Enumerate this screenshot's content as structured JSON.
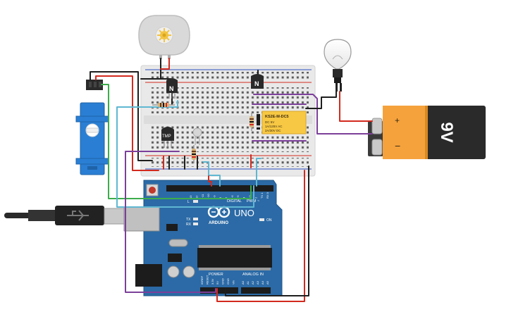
{
  "battery": {
    "voltage_label": "9V",
    "plus": "+",
    "minus": "−"
  },
  "relay": {
    "model": "KS2E-M-DC5",
    "lines": [
      "DC 5V",
      "1A/125V AC",
      "2A/30V DC"
    ]
  },
  "transistor_label": "N",
  "temp_sensor_label": "TMP",
  "arduino": {
    "brand": "ARDUINO",
    "model": "UNO",
    "digital_label": "DIGITAL",
    "pwm_label": "PWM ~",
    "power_label": "POWER",
    "analog_label": "ANALOG IN",
    "on_label": "ON",
    "tx_label": "TX",
    "rx_label": "RX",
    "l_label": "L",
    "aref_label": "AREF",
    "gnd_label": "GND",
    "power_pins": [
      "IOREF",
      "RESET",
      "3.3V",
      "5V",
      "GND",
      "GND",
      "Vin"
    ],
    "analog_pins": [
      "A0",
      "A1",
      "A2",
      "A3",
      "A4",
      "A5"
    ],
    "digital_pins": [
      "13",
      "12",
      "~11",
      "~10",
      "~9",
      "8",
      "7",
      "~6",
      "~5",
      "4",
      "~3",
      "2",
      "TX 1",
      "RX 0"
    ]
  },
  "colors": {
    "board": "#2b6aa6",
    "breadboard": "#e9e9e9",
    "wire_red": "#d22a1e",
    "wire_black": "#1e1e1e",
    "wire_cyan": "#5fb7d2",
    "wire_purple": "#7c3f9a",
    "wire_green": "#3cad4c",
    "battery_orange": "#f5a23c",
    "relay_yellow": "#f7c843",
    "servo_blue": "#2a7fd4"
  }
}
